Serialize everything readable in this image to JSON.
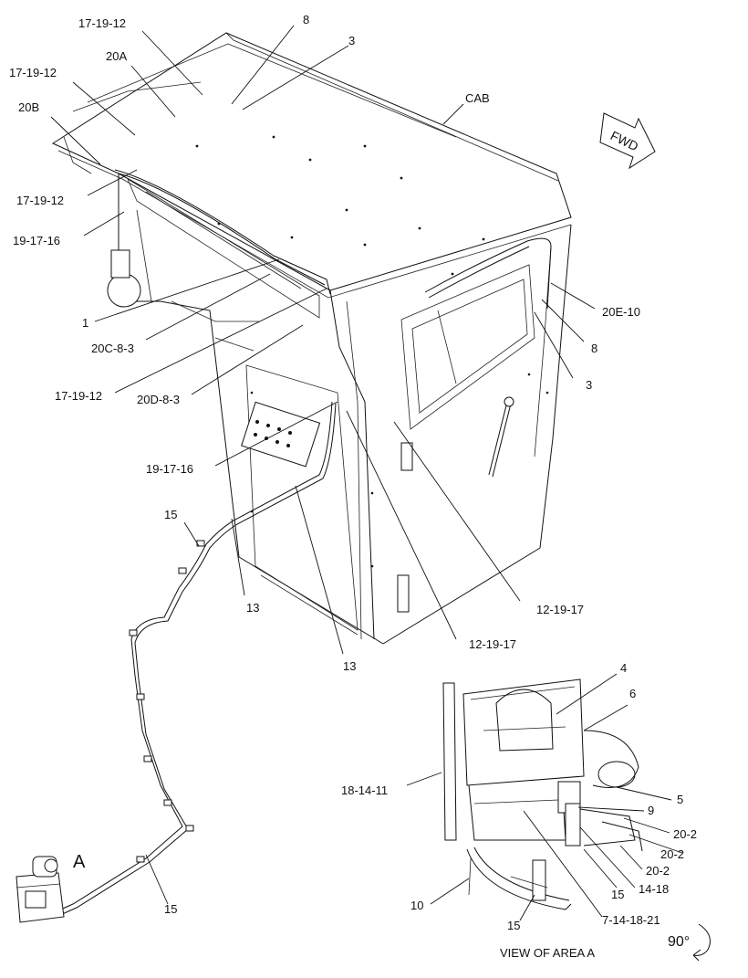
{
  "labels": {
    "l01": "17-19-12",
    "l02": "8",
    "l03": "3",
    "l04": "17-19-12",
    "l05": "20A",
    "l06": "20B",
    "l07": "CAB",
    "l08": "17-19-12",
    "l09": "19-17-16",
    "l10": "20E-10",
    "l11": "8",
    "l12": "3",
    "l13": "1",
    "l14": "20C-8-3",
    "l15": "17-19-12",
    "l16": "20D-8-3",
    "l17": "19-17-16",
    "l18": "15",
    "l19": "13",
    "l20": "12-19-17",
    "l21": "12-19-17",
    "l22": "13",
    "l23": "4",
    "l24": "6",
    "l25": "18-14-11",
    "l26": "5",
    "l27": "9",
    "l28": "20-2",
    "l29": "20-2",
    "l30": "20-2",
    "l31": "15",
    "l32": "14-18",
    "l33": "10",
    "l34": "15",
    "l35": "7-14-18-21",
    "l36": "A",
    "l37": "VIEW OF AREA A",
    "l38": "90°",
    "l39": "FWD"
  },
  "icons": {
    "direction": "fwd-arrow-icon",
    "rotation": "rotate-arrow-icon"
  }
}
